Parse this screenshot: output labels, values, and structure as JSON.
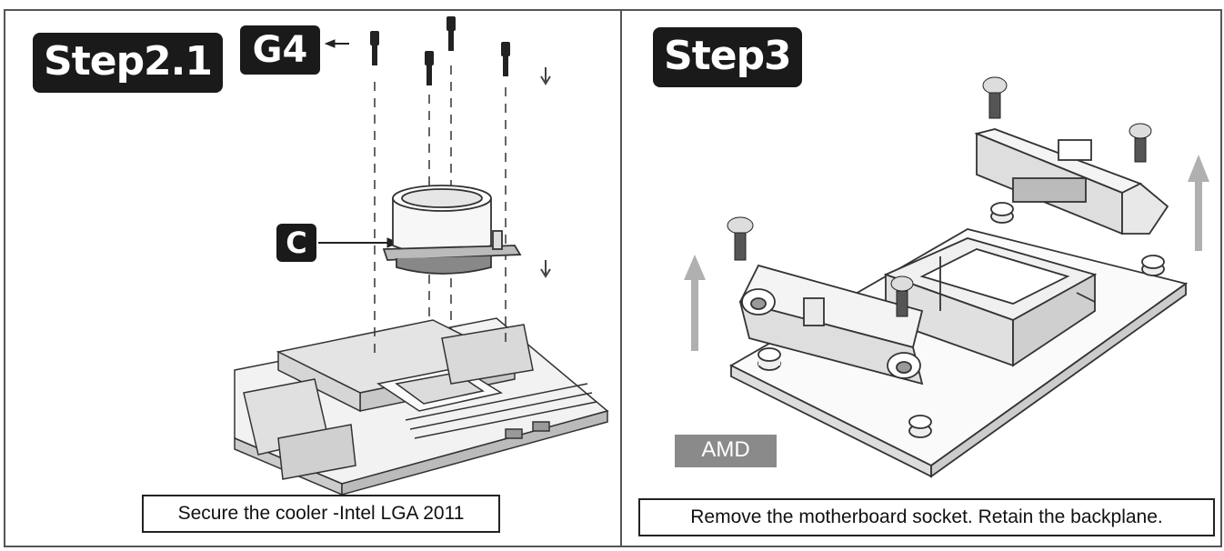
{
  "left_panel": {
    "step": "Step2.1",
    "screw_label": "G4",
    "cooler_label": "C",
    "caption": "Secure the cooler -Intel LGA  2011"
  },
  "right_panel": {
    "step": "Step3",
    "platform_tag": "AMD",
    "caption": "Remove the motherboard socket. Retain the backplane."
  },
  "colors": {
    "label_bg": "#1a1a1a",
    "amd_tag_bg": "#8a8a8a",
    "arrow_gray": "#b0b0b0",
    "line": "#333333"
  },
  "icons": [
    "screw-icon",
    "arrow-down-icon",
    "arrow-up-icon",
    "pointer-arrow-icon"
  ]
}
